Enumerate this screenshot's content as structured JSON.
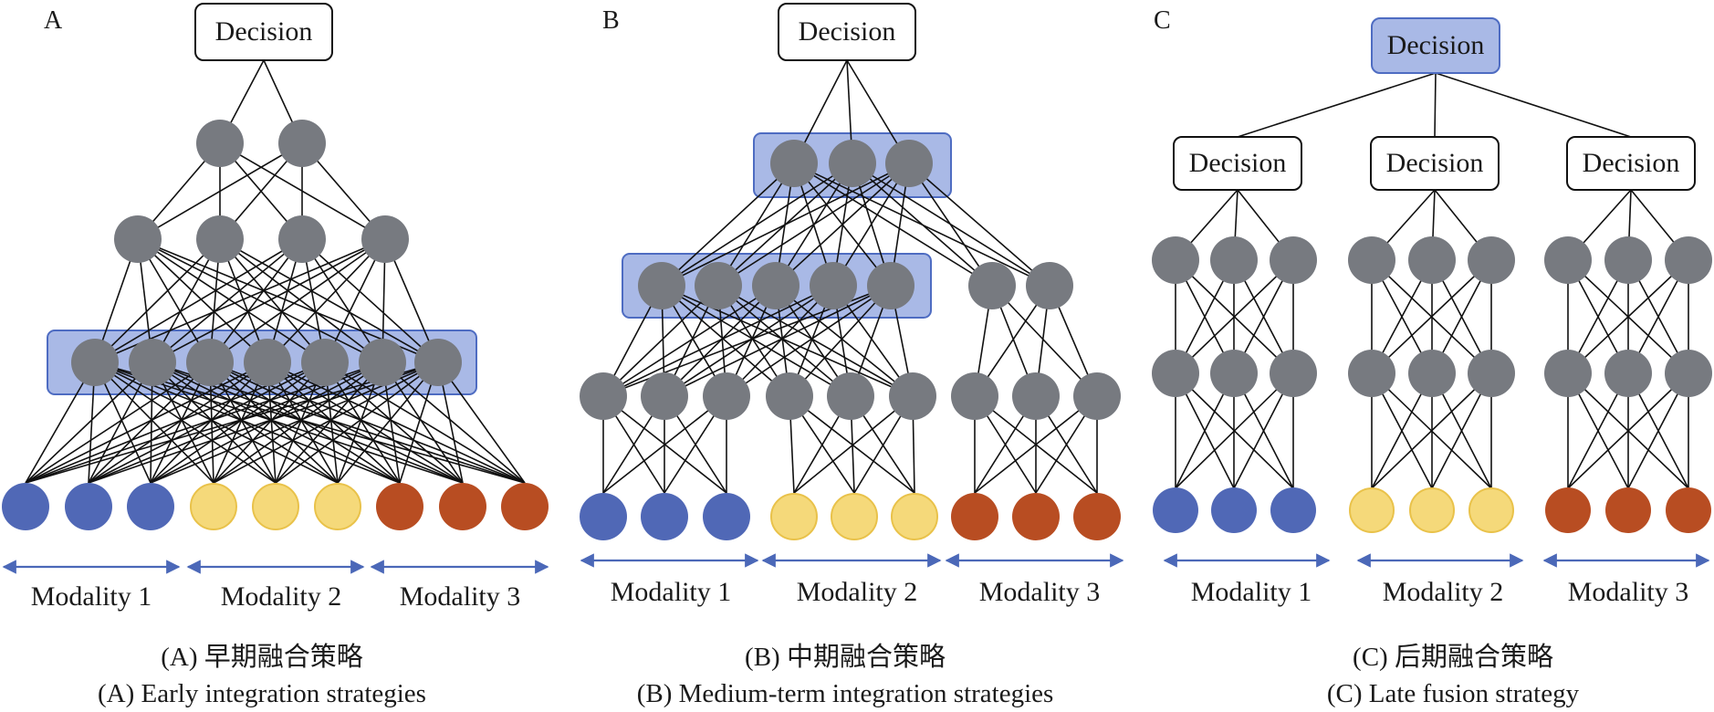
{
  "panels": [
    {
      "letter": "A",
      "decision_label": "Decision",
      "modalities": [
        "Modality 1",
        "Modality 2",
        "Modality 3"
      ],
      "caption_cn": "(A) 早期融合策略",
      "caption_en": "(A) Early integration strategies"
    },
    {
      "letter": "B",
      "decision_label": "Decision",
      "modalities": [
        "Modality 1",
        "Modality 2",
        "Modality 3"
      ],
      "caption_cn": "(B) 中期融合策略",
      "caption_en": "(B) Medium-term integration strategies"
    },
    {
      "letter": "C",
      "decision_label": "Decision",
      "sub_decision_labels": [
        "Decision",
        "Decision",
        "Decision"
      ],
      "modalities": [
        "Modality 1",
        "Modality 2",
        "Modality 3"
      ],
      "caption_cn": "(C) 后期融合策略",
      "caption_en": "(C) Late fusion strategy"
    }
  ],
  "colors": {
    "hidden_node": "#777a80",
    "modality_1": "#5068b6",
    "modality_2": "#f5d97a",
    "modality_2_stroke": "#e9c24a",
    "modality_3": "#b84d22",
    "fusion_highlight_fill": "#a9b9e6",
    "fusion_highlight_stroke": "#4e6cc2",
    "arrow": "#4b68b8",
    "edge": "#111111"
  }
}
